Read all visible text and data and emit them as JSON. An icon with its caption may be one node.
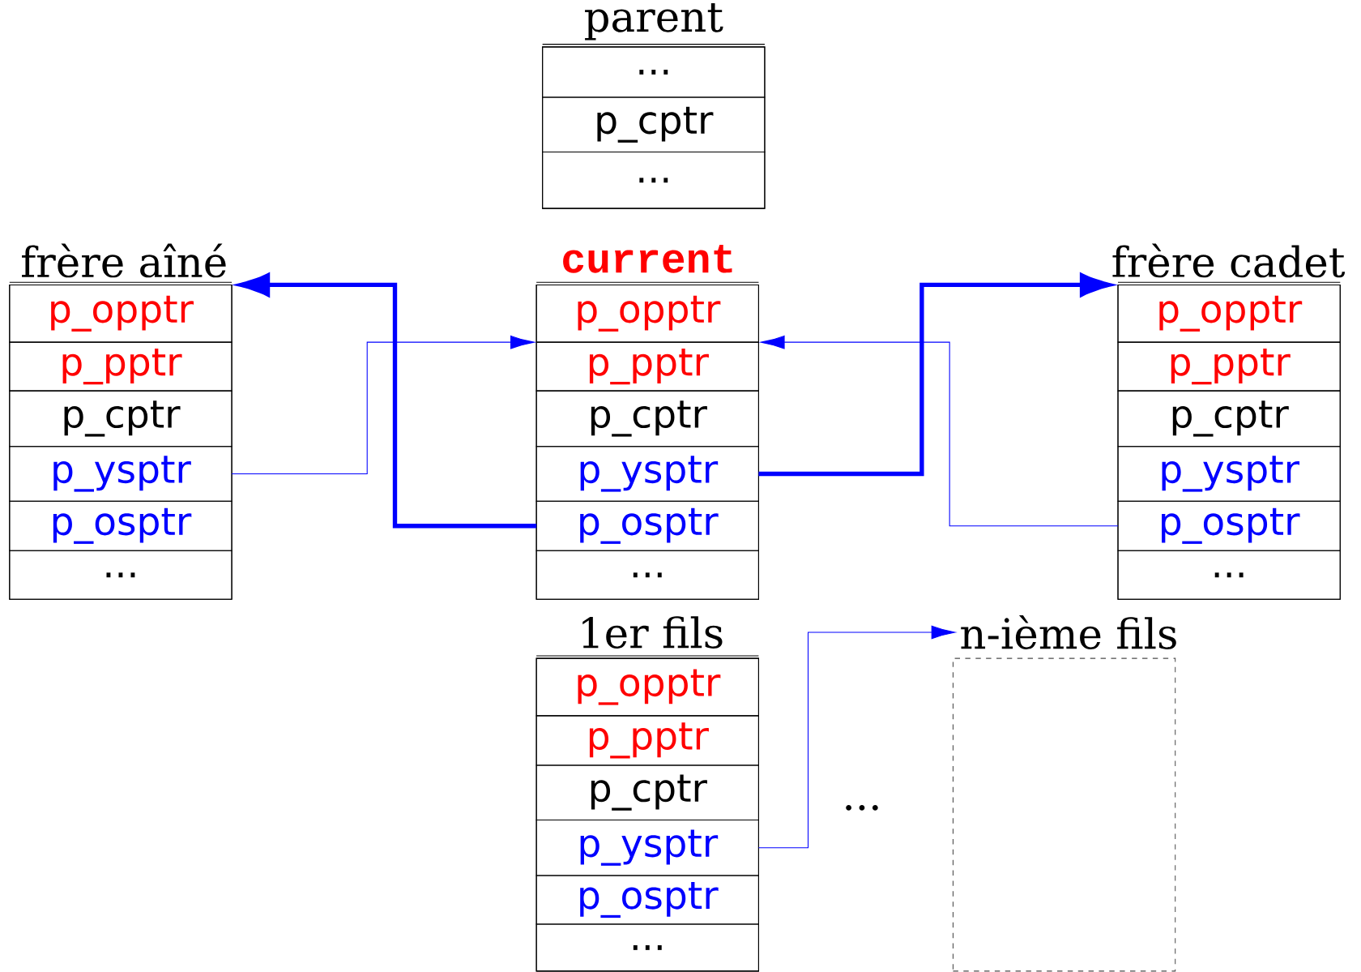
{
  "diagram": {
    "nodes": [
      {
        "text": [
          "parent"
        ]
      },
      {
        "text": [
          "..."
        ],
        "in": 0
      },
      {
        "text": [
          "p_cptr"
        ],
        "in": 0
      },
      {
        "text": [
          "..."
        ],
        "in": 0
      },
      {
        "text": [
          "frère aîné"
        ]
      },
      {
        "text": [
          "p_opptr"
        ],
        "in": 4
      },
      {
        "text": [
          "p_pptr"
        ],
        "in": 4
      },
      {
        "text": [
          "p_cptr"
        ],
        "in": 4
      },
      {
        "text": [
          "p_ysptr"
        ],
        "in": 4
      },
      {
        "text": [
          "p_osptr"
        ],
        "in": 4
      },
      {
        "text": [
          "..."
        ],
        "in": 4
      },
      {
        "text": [
          "current"
        ]
      },
      {
        "text": [
          "p_opptr"
        ],
        "in": 11
      },
      {
        "text": [
          "p_pptr"
        ],
        "in": 11
      },
      {
        "text": [
          "p_cptr"
        ],
        "in": 11
      },
      {
        "text": [
          "p_ysptr"
        ],
        "in": 11
      },
      {
        "text": [
          "p_osptr"
        ],
        "in": 11
      },
      {
        "text": [
          "..."
        ],
        "in": 11
      },
      {
        "text": [
          "frère cadet"
        ]
      },
      {
        "text": [
          "p_opptr"
        ],
        "in": 18
      },
      {
        "text": [
          "p_pptr"
        ],
        "in": 18
      },
      {
        "text": [
          "p_cptr"
        ],
        "in": 18
      },
      {
        "text": [
          "p_ysptr"
        ],
        "in": 18
      },
      {
        "text": [
          "p_osptr"
        ],
        "in": 18
      },
      {
        "text": [
          "..."
        ],
        "in": 18
      },
      {
        "text": [
          "1er fils"
        ]
      },
      {
        "text": [
          "p_opptr"
        ],
        "in": 25
      },
      {
        "text": [
          "p_pptr"
        ],
        "in": 25
      },
      {
        "text": [
          "p_cptr"
        ],
        "in": 25
      },
      {
        "text": [
          "p_ysptr"
        ],
        "in": 25
      },
      {
        "text": [
          "p_osptr"
        ],
        "in": 25
      },
      {
        "text": [
          "..."
        ],
        "in": 25
      },
      {
        "text": [
          "n-ième fils"
        ]
      }
    ],
    "edges": [
      {
        "from": 16,
        "to": 4,
        "arrow": "to",
        "style": "thick"
      },
      {
        "from": 8,
        "to": 11,
        "arrow": "to"
      },
      {
        "from": 15,
        "to": 18,
        "arrow": "to",
        "style": "thick"
      },
      {
        "from": 23,
        "to": 11,
        "arrow": "to"
      },
      {
        "from": 29,
        "to": 32,
        "arrow": "to"
      }
    ],
    "labels": [
      "..."
    ]
  }
}
